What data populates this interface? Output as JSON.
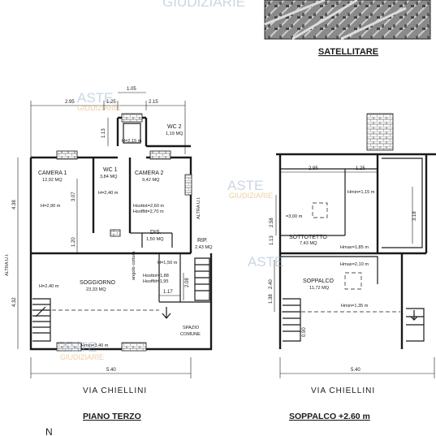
{
  "satellite_caption": "SATELLITARE",
  "top_watermark": "GIUDIZIARIE",
  "watermark": {
    "aste": "ASTE",
    "giudiziarie": "GIUDIZIARIE"
  },
  "left_plan": {
    "caption": "PIANO TERZO",
    "street": "VIA CHIELLINI",
    "rooms": {
      "wc2": {
        "name": "WC 2",
        "area": "1,19 MQ",
        "height": "H=2,15 m"
      },
      "camera1": {
        "name": "CAMERA 1",
        "area": "12,92 MQ",
        "height": "H=2,90 m"
      },
      "wc1": {
        "name": "WC 1",
        "area": "3,84 MQ",
        "height": "H=2,40 m"
      },
      "camera2": {
        "name": "CAMERA 2",
        "area": "9,42 MQ",
        "hsottot": "Hsottot=2,60 m",
        "hsoffitto": "Hsoffitt=2,70 m"
      },
      "dis": {
        "name": "DIS.",
        "area": "1,50 MQ"
      },
      "rip": {
        "name": "RIP.",
        "area": "2,43 MQ"
      },
      "soggiorno": {
        "name": "SOGGIORNO",
        "area": "23,33 MQ",
        "height": "H=2,40 m",
        "hsottot": "Hsottot=1,88",
        "hsoffitto": "Hsoffitt=1,95",
        "hmin": "Hmin=3,40 m",
        "side_note": "angolo cottura"
      },
      "spazio": {
        "line1": "SPAZIO",
        "line2": "COMUNE"
      }
    },
    "labels": {
      "h150": "H=1,50 m"
    },
    "dims": {
      "top_295": "2.95",
      "top_105": "1.05",
      "top_125": "1.25",
      "top_215": "2.15",
      "d113": "1.13",
      "d307": "3.07",
      "d120": "1.20",
      "d208": "2.08",
      "d117": "1.17",
      "left_438": "4.38",
      "left_432": "4.32",
      "bottom_540": "5.40"
    },
    "side_labels": {
      "left": "ALTRA U.I.",
      "right": "ALTRA U.I."
    }
  },
  "right_plan": {
    "caption": "SOPPALCO  +2.60 m",
    "street": "VIA CHIELLINI",
    "rooms": {
      "sottotetto": {
        "name": "SOTTOTETTO",
        "area": "7,43 MQ",
        "hmax": "Hmax=1,85 m"
      },
      "soppalco": {
        "name": "SOPPALCO",
        "area": "11,72 MQ",
        "hmin": "Hmin=1,35 m"
      }
    },
    "labels": {
      "hmin_top": "Hmin=1,15 m",
      "h300": "=3,00 m",
      "hmax_low": "Hmax=2,10 m"
    },
    "dims": {
      "top_295": "2.95",
      "top_125": "1.25",
      "d258": "2.58",
      "d113": "1.13",
      "d318": "3.18",
      "d240": "2.40",
      "d138": "1.38",
      "d090": "0.90",
      "bottom_540": "5.40"
    }
  },
  "north_label": "N"
}
